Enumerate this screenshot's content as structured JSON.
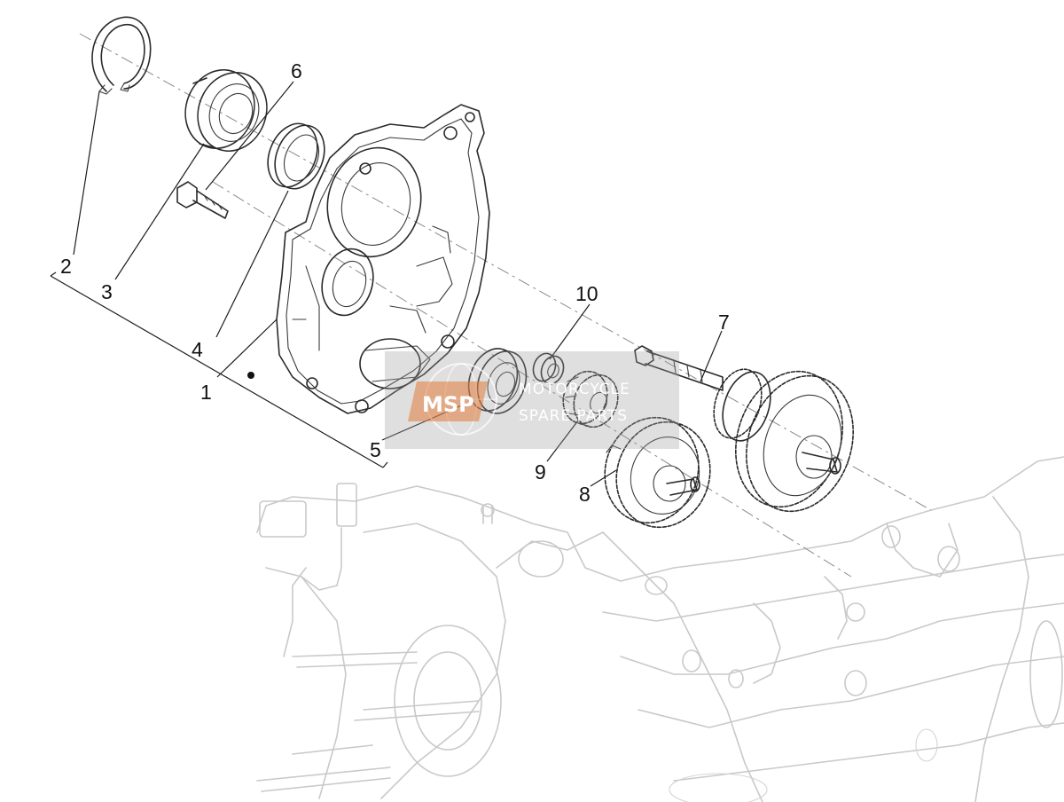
{
  "diagram": {
    "callouts": [
      {
        "id": "c1",
        "label": "1"
      },
      {
        "id": "c2",
        "label": "2"
      },
      {
        "id": "c3",
        "label": "3"
      },
      {
        "id": "c4",
        "label": "4"
      },
      {
        "id": "c5",
        "label": "5"
      },
      {
        "id": "c6",
        "label": "6"
      },
      {
        "id": "c7",
        "label": "7"
      },
      {
        "id": "c8",
        "label": "8"
      },
      {
        "id": "c9",
        "label": "9"
      },
      {
        "id": "c10",
        "label": "10"
      }
    ]
  },
  "watermark": {
    "logo": "MSP",
    "line1": "MOTORCYCLE",
    "line2": "SPARE PARTS"
  },
  "colors": {
    "line_art": "#2a2a2a",
    "ghost_engine": "#c9c9c9",
    "watermark_accent": "#e07a3a"
  }
}
